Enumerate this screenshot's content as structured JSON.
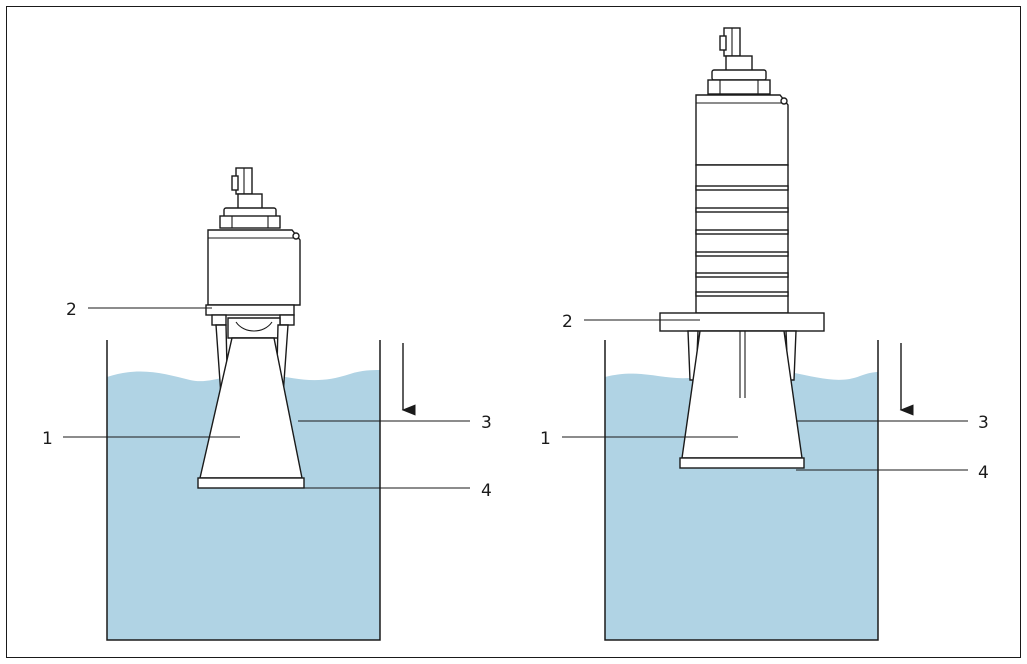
{
  "left_figure": {
    "labels": {
      "sensor_horn": "1",
      "mounting": "2",
      "immersion_depth": "3",
      "antenna_tip": "4"
    }
  },
  "right_figure": {
    "labels": {
      "sensor_horn": "1",
      "flange": "2",
      "immersion_depth": "3",
      "antenna_tip": "4"
    }
  },
  "colors": {
    "water": "#b0d3e4",
    "outline": "#1a1a1a",
    "device_fill": "#ffffff"
  }
}
